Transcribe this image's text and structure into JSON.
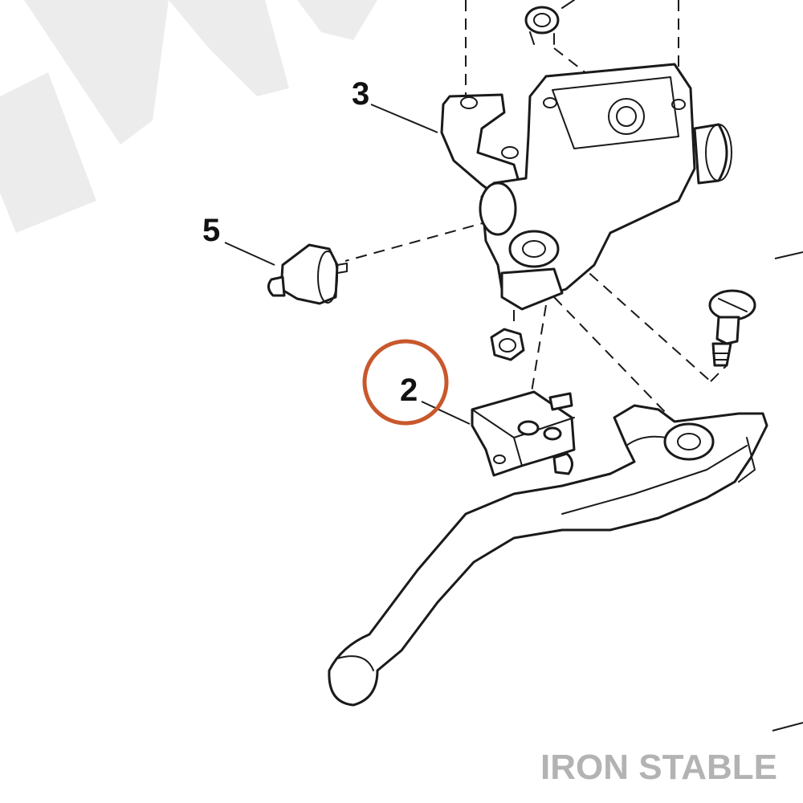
{
  "callouts": [
    {
      "id": "3",
      "label": "3"
    },
    {
      "id": "5",
      "label": "5"
    },
    {
      "id": "2",
      "label": "2",
      "highlighted": true
    }
  ],
  "brand": {
    "text": "IRON STABLE"
  },
  "colors": {
    "highlight_ring": "#c8582c",
    "line": "#1a1a1a",
    "brand_text": "#b3b3b3",
    "watermark": "#ececec"
  },
  "icons": {
    "master-cylinder": "brake master cylinder with reservoir and clamp",
    "pivot-pin": "lever pivot pin",
    "stoplight-switch": "front brake stoplight switch",
    "lever": "hand brake lever",
    "screw": "slotted shoulder screw",
    "nut": "hex nut",
    "clip": "retaining clip"
  }
}
